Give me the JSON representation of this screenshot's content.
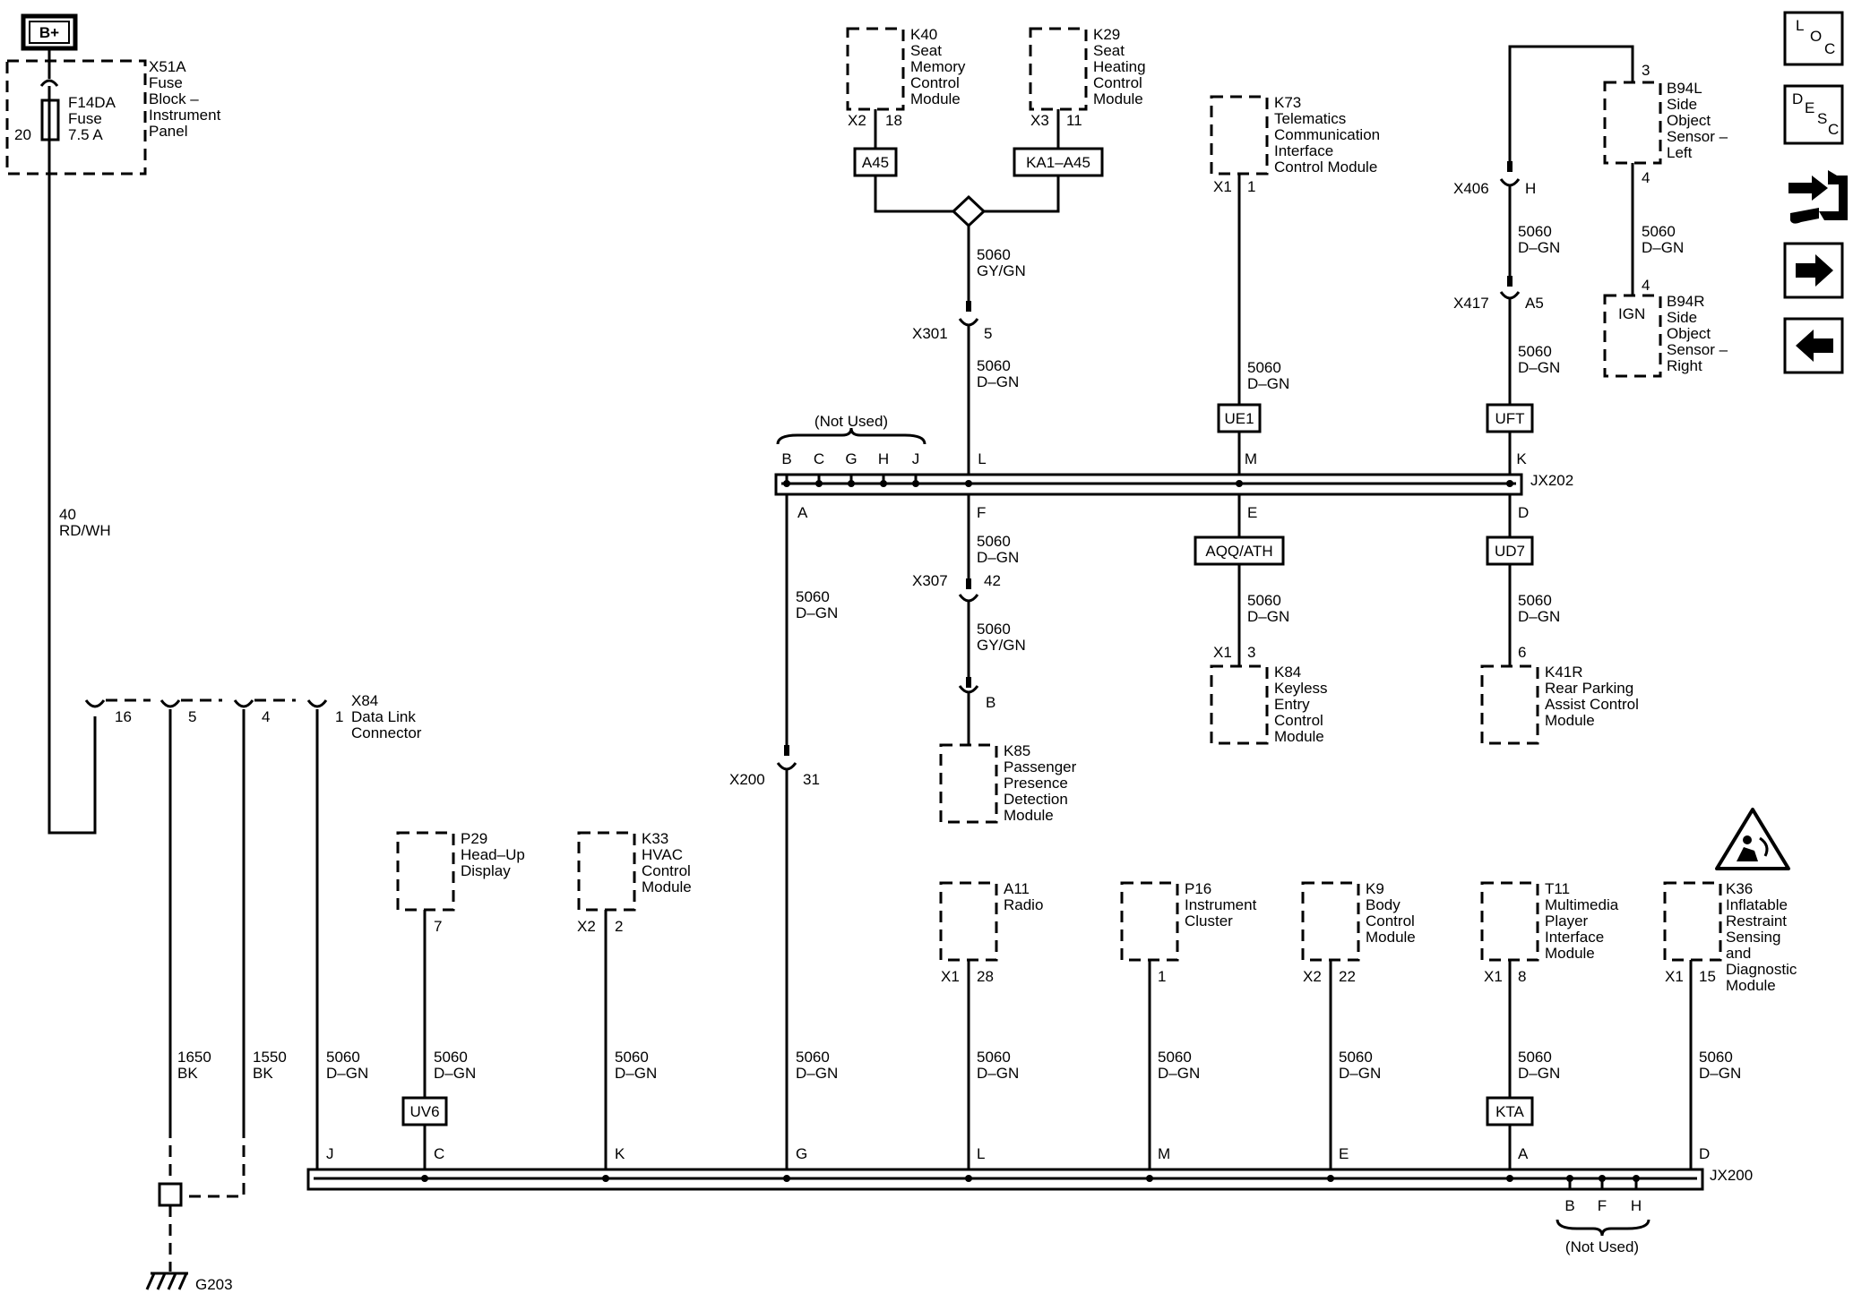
{
  "power": {
    "label": "B+"
  },
  "fuse_block": {
    "id": "X51A",
    "desc": [
      "Fuse",
      "Block –",
      "Instrument",
      "Panel"
    ]
  },
  "fuse": {
    "id": "F14DA",
    "desc": [
      "Fuse",
      "7.5 A"
    ],
    "pin": "20"
  },
  "main_wire": {
    "circuit": "40",
    "color": "RD/WH"
  },
  "dlc": {
    "id": "X84",
    "desc": [
      "Data Link",
      "Connector"
    ],
    "pins": [
      "16",
      "5",
      "4",
      "1"
    ]
  },
  "ground_wires": [
    {
      "circuit": "1650",
      "color": "BK"
    },
    {
      "circuit": "1550",
      "color": "BK"
    }
  ],
  "ground": {
    "id": "G203"
  },
  "top_modules": {
    "k40": {
      "id": "K40",
      "desc": [
        "Seat",
        "Memory",
        "Control",
        "Module"
      ],
      "conn": "X2",
      "pin": "18",
      "option": "A45"
    },
    "k29": {
      "id": "K29",
      "desc": [
        "Seat",
        "Heating",
        "Control",
        "Module"
      ],
      "conn": "X3",
      "pin": "11",
      "option": "KA1–A45"
    },
    "k73": {
      "id": "K73",
      "desc": [
        "Telematics",
        "Communication",
        "Interface",
        "Control Module"
      ],
      "conn": "X1",
      "pin": "1",
      "option": "UE1"
    },
    "b94l": {
      "id": "B94L",
      "desc": [
        "Side",
        "Object",
        "Sensor –",
        "Left"
      ],
      "pin_top": "3",
      "pin_bot": "4"
    },
    "b94r": {
      "id": "B94R",
      "desc": [
        "Side",
        "Object",
        "Sensor –",
        "Right"
      ],
      "pin_top": "4",
      "inner": "IGN"
    }
  },
  "wires": {
    "gy_gn": {
      "circuit": "5060",
      "color": "GY/GN"
    },
    "d_gn": {
      "circuit": "5060",
      "color": "D–GN"
    }
  },
  "inline": {
    "x301": {
      "id": "X301",
      "pin": "5"
    },
    "x307": {
      "id": "X307",
      "pin": "42"
    },
    "x406": {
      "id": "X406",
      "pin": "H"
    },
    "x417": {
      "id": "X417",
      "pin": "A5"
    },
    "x200": {
      "id": "X200",
      "pin": "31"
    }
  },
  "jx202": {
    "id": "JX202",
    "not_used": "(Not Used)",
    "top_pins": [
      "B",
      "C",
      "G",
      "H",
      "J",
      "L",
      "M",
      "K"
    ],
    "bottom_pins": [
      "A",
      "F",
      "E",
      "D"
    ],
    "options": {
      "e": "AQQ/ATH",
      "d": "UD7",
      "k": "UFT"
    }
  },
  "mid_modules": {
    "k85": {
      "id": "K85",
      "desc": [
        "Passenger",
        "Presence",
        "Detection",
        "Module"
      ],
      "pin": "B"
    },
    "k84": {
      "id": "K84",
      "desc": [
        "Keyless",
        "Entry",
        "Control",
        "Module"
      ],
      "conn": "X1",
      "pin": "3"
    },
    "k41r": {
      "id": "K41R",
      "desc": [
        "Rear Parking",
        "Assist Control",
        "Module"
      ],
      "pin": "6"
    }
  },
  "bottom_modules": [
    {
      "id": "P29",
      "desc": [
        "Head–Up",
        "Display"
      ],
      "conn": "",
      "pin": "7",
      "option": "UV6",
      "jpin": "C"
    },
    {
      "id": "K33",
      "desc": [
        "HVAC",
        "Control",
        "Module"
      ],
      "conn": "X2",
      "pin": "2",
      "option": "",
      "jpin": "K"
    },
    {
      "id": "A11",
      "desc": [
        "Radio"
      ],
      "conn": "X1",
      "pin": "28",
      "option": "",
      "jpin": "L"
    },
    {
      "id": "P16",
      "desc": [
        "Instrument",
        "Cluster"
      ],
      "conn": "",
      "pin": "1",
      "option": "",
      "jpin": "M"
    },
    {
      "id": "K9",
      "desc": [
        "Body",
        "Control",
        "Module"
      ],
      "conn": "X2",
      "pin": "22",
      "option": "",
      "jpin": "E"
    },
    {
      "id": "T11",
      "desc": [
        "Multimedia",
        "Player",
        "Interface",
        "Module"
      ],
      "conn": "X1",
      "pin": "8",
      "option": "KTA",
      "jpin": "A"
    },
    {
      "id": "K36",
      "desc": [
        "Inflatable",
        "Restraint",
        "Sensing",
        "and",
        "Diagnostic",
        "Module"
      ],
      "conn": "X1",
      "pin": "15",
      "option": "",
      "jpin": "D"
    }
  ],
  "jx200": {
    "id": "JX200",
    "pin_j": "J",
    "pin_g": "G",
    "not_used_pins": [
      "B",
      "F",
      "H"
    ],
    "not_used": "(Not Used)"
  },
  "nav": {
    "loc": [
      "L",
      "O",
      "C"
    ],
    "desc": [
      "D",
      "E",
      "S",
      "C"
    ],
    "connector_icon": "connector-view-icon",
    "next_icon": "arrow-right-icon",
    "prev_icon": "arrow-left-icon"
  },
  "warning_icon": "airbag-warning-icon"
}
